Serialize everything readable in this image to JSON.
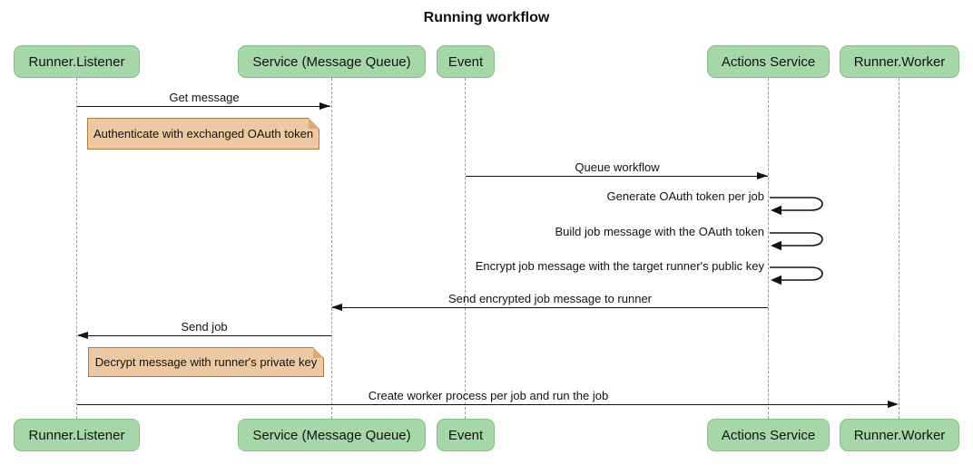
{
  "diagram": {
    "type": "sequence-diagram",
    "title": "Running workflow"
  },
  "participants": [
    {
      "id": "runner-listener",
      "label": "Runner.Listener"
    },
    {
      "id": "service-message-queue",
      "label": "Service (Message Queue)"
    },
    {
      "id": "event",
      "label": "Event"
    },
    {
      "id": "actions-service",
      "label": "Actions Service"
    },
    {
      "id": "runner-worker",
      "label": "Runner.Worker"
    }
  ],
  "messages": [
    {
      "label": "Get message",
      "from": "Runner.Listener",
      "to": "Service (Message Queue)",
      "self": false
    },
    {
      "label": "Queue workflow",
      "from": "Event",
      "to": "Actions Service",
      "self": false
    },
    {
      "label": "Generate OAuth token per job",
      "from": "Actions Service",
      "to": "Actions Service",
      "self": true
    },
    {
      "label": "Build job message with the OAuth token",
      "from": "Actions Service",
      "to": "Actions Service",
      "self": true
    },
    {
      "label": "Encrypt job message with the target runner's public key",
      "from": "Actions Service",
      "to": "Actions Service",
      "self": true
    },
    {
      "label": "Send encrypted job message to runner",
      "from": "Actions Service",
      "to": "Service (Message Queue)",
      "self": false
    },
    {
      "label": "Send job",
      "from": "Service (Message Queue)",
      "to": "Runner.Listener",
      "self": false
    },
    {
      "label": "Create worker process per job and run the job",
      "from": "Runner.Listener",
      "to": "Runner.Worker",
      "self": false
    }
  ],
  "notes": [
    {
      "label": "Authenticate with exchanged OAuth token",
      "position": "right of Runner.Listener"
    },
    {
      "label": "Decrypt message with runner's private key",
      "position": "right of Runner.Listener"
    }
  ],
  "colors": {
    "actor_fill": "#a6d7a8",
    "actor_border": "#84bd86",
    "note_fill": "#ecc9a2",
    "note_border": "#aa7a41",
    "lifeline": "#9a9a9a",
    "line": "#111111",
    "text": "#111111",
    "bg": "#ffffff"
  }
}
